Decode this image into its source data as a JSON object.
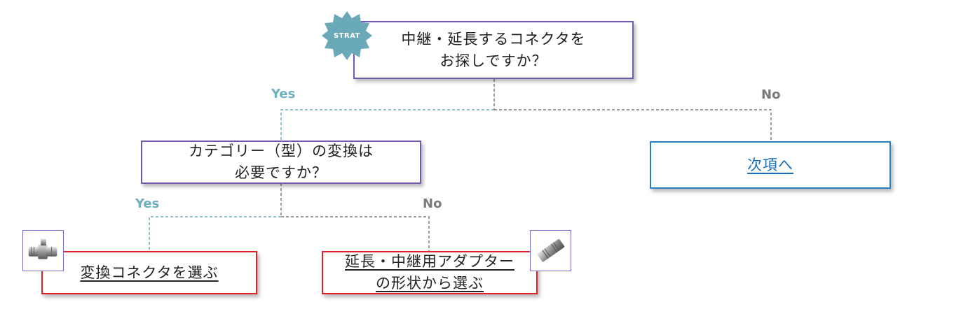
{
  "start_badge": "STRAT",
  "q1": {
    "line1": "中継・延長するコネクタを",
    "line2": "お探しですか？"
  },
  "q2": {
    "line1": "カテゴリー（型）の変換は",
    "line2": "必要ですか？"
  },
  "labels": {
    "yes1": "Yes",
    "no1": "No",
    "yes2": "Yes",
    "no2": "No"
  },
  "answers": {
    "next": "次項へ",
    "convert": "変換コネクタを選ぶ",
    "adapter_line1": "延長・中継用アダプター",
    "adapter_line2": "の形状から選ぶ"
  },
  "colors": {
    "question_border": "#7358b8",
    "answer_border": "#e0202a",
    "next_border": "#2a7fc0",
    "yes": "#6fb0c0",
    "no": "#7a7a7a",
    "badge": "#6aa9b8"
  },
  "icons": [
    "starburst-badge-icon",
    "connector-converter-icon",
    "connector-adapter-icon"
  ]
}
